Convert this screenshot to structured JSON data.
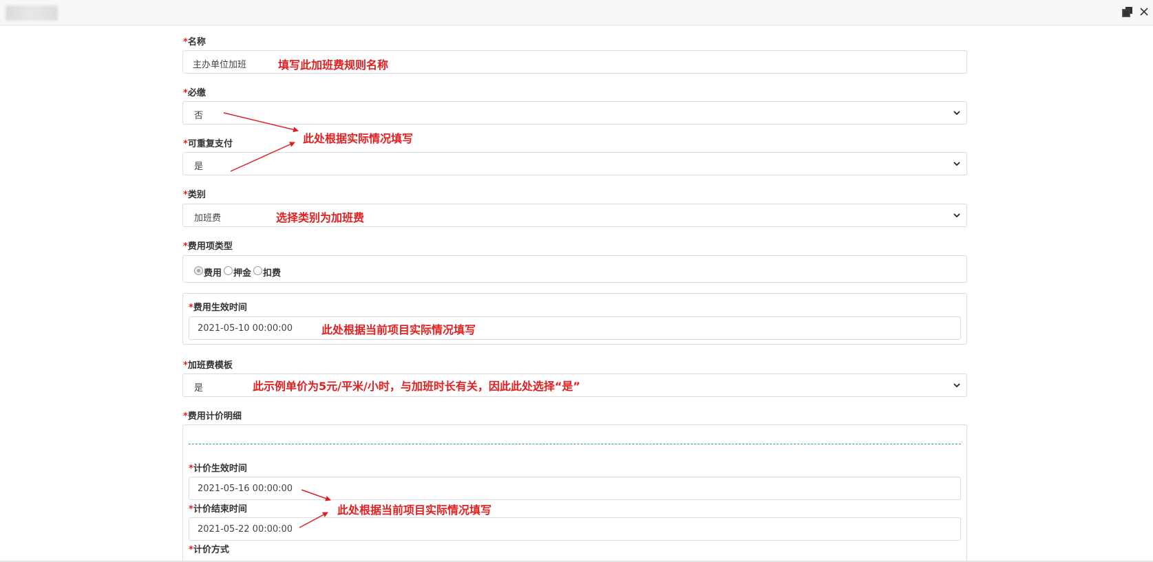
{
  "window": {
    "restore_icon": "restore-window-icon",
    "close_icon": "close-icon"
  },
  "form": {
    "name": {
      "label": "名称",
      "value": "主办单位加班",
      "annotation": "填写此加班费规则名称"
    },
    "required_pay": {
      "label": "必缴",
      "value": "否"
    },
    "repeatable_pay": {
      "label": "可重复支付",
      "value": "是"
    },
    "pay_annotation": "此处根据实际情况填写",
    "category": {
      "label": "类别",
      "value": "加班费",
      "annotation": "选择类别为加班费"
    },
    "fee_type": {
      "label": "费用项类型",
      "options": [
        "费用",
        "押金",
        "扣费"
      ],
      "selected": "费用"
    },
    "effective_time": {
      "label": "费用生效时间",
      "value": "2021-05-10 00:00:00",
      "annotation": "此处根据当前项目实际情况填写"
    },
    "overtime_template": {
      "label": "加班费模板",
      "value": "是",
      "annotation": "此示例单价为5元/平米/小时，与加班时长有关，因此此处选择“是”"
    },
    "pricing_detail": {
      "label": "费用计价明细",
      "start": {
        "label": "计价生效时间",
        "value": "2021-05-16 00:00:00"
      },
      "end": {
        "label": "计价结束时间",
        "value": "2021-05-22 00:00:00"
      },
      "annotation": "此处根据当前项目实际情况填写",
      "method": {
        "label": "计价方式"
      }
    }
  },
  "colors": {
    "annotation": "#e02020",
    "required_mark": "#e02020",
    "divider": "#1fa3a3"
  }
}
